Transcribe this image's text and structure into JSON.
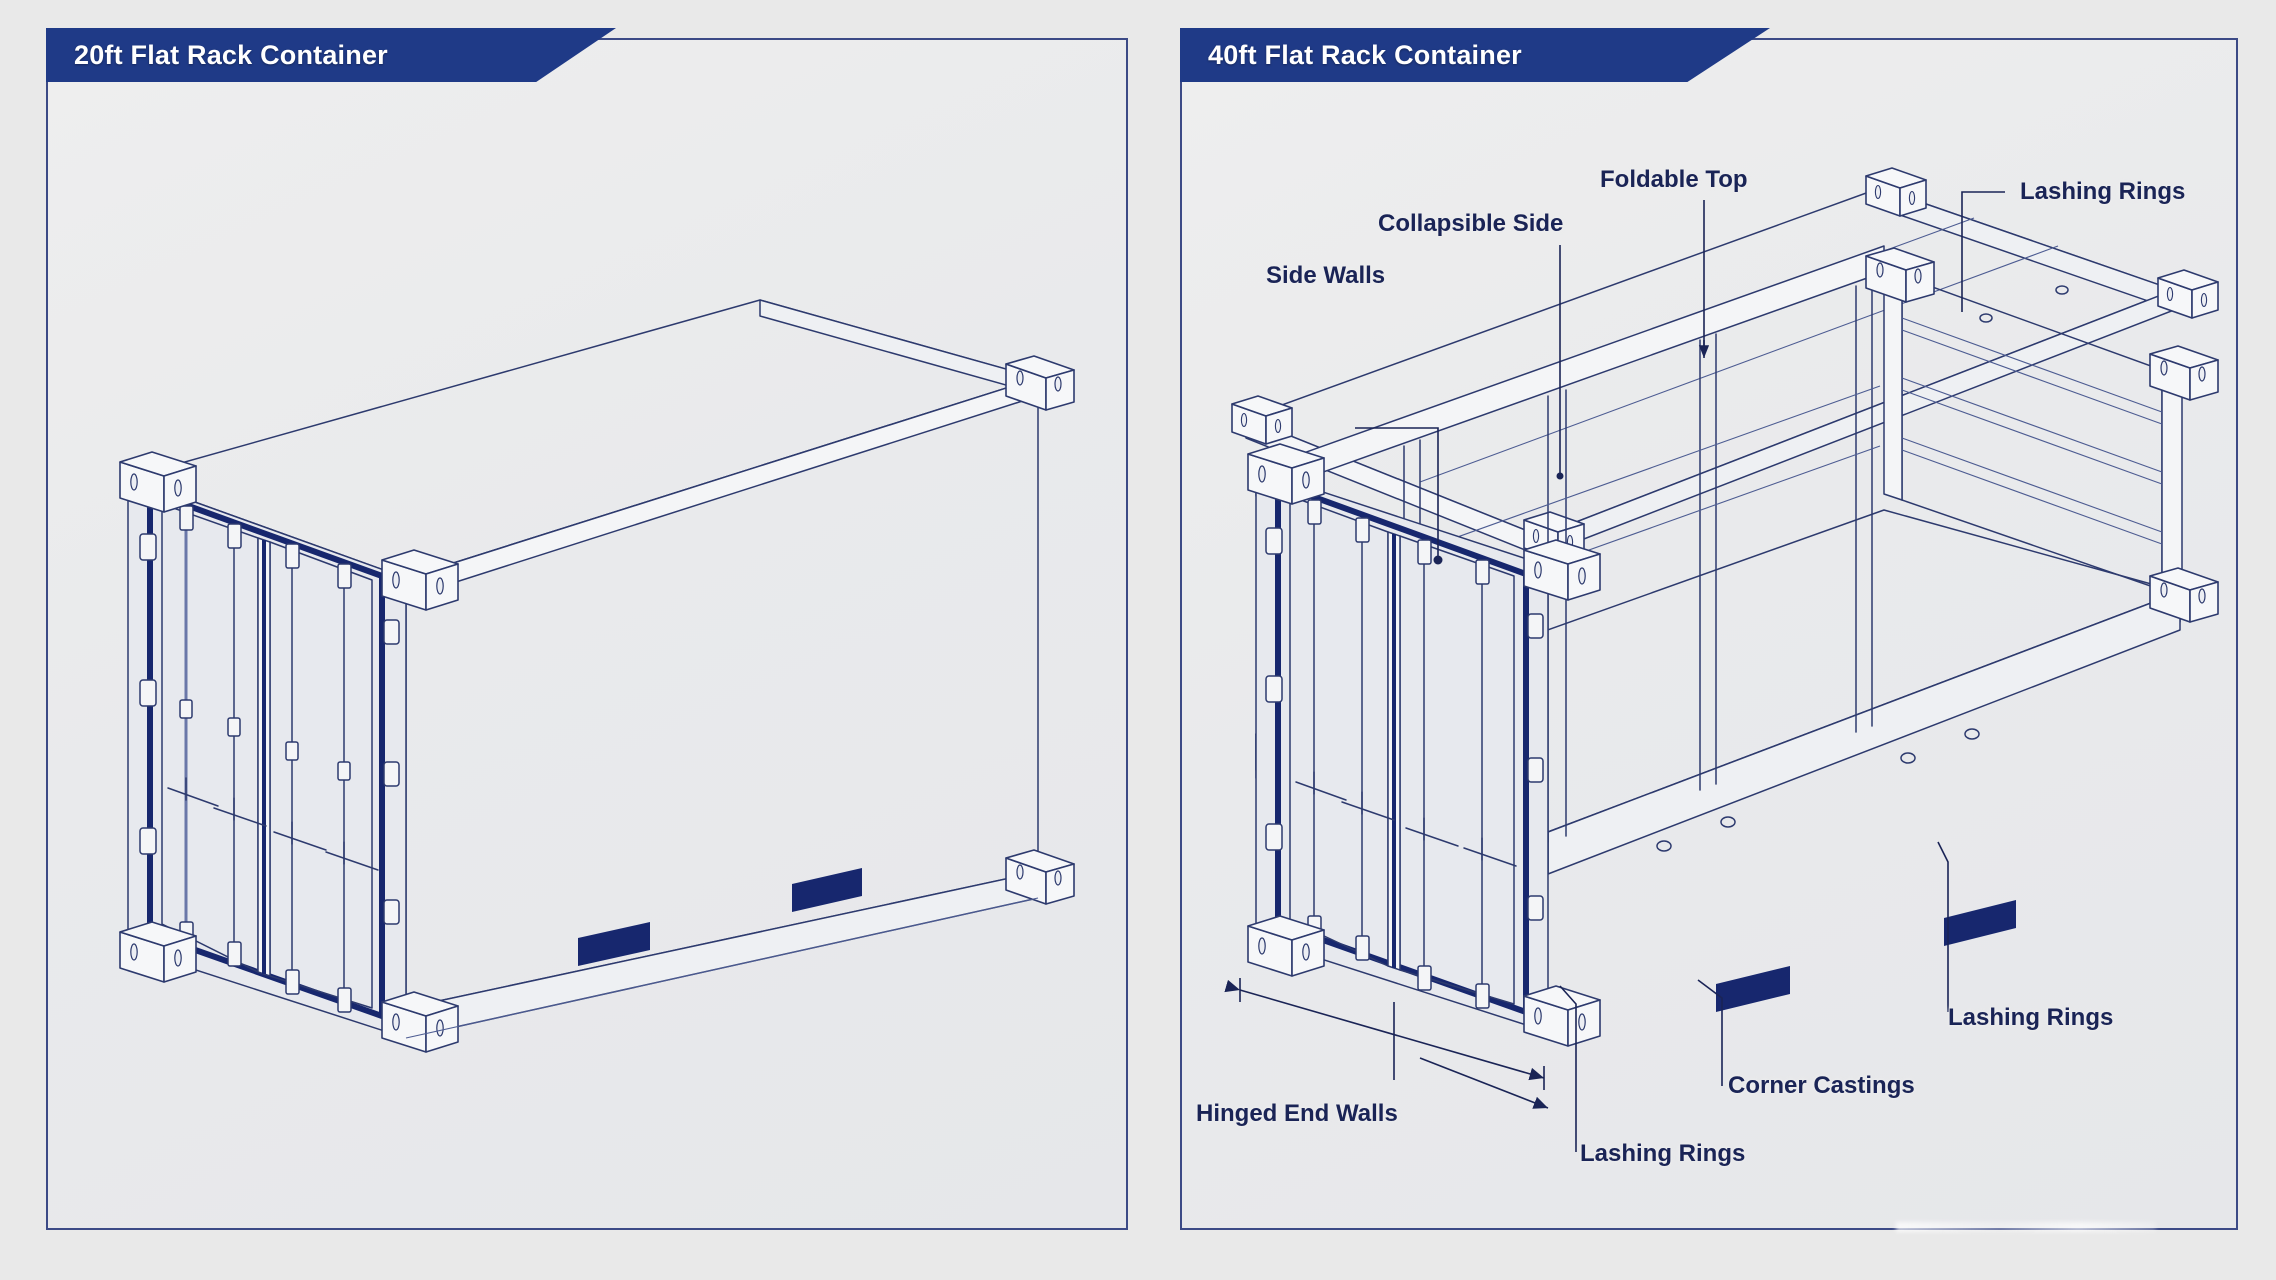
{
  "page": {
    "background_color": "#e9e9e9",
    "accent_color": "#1f3a87",
    "label_color": "#1a2456",
    "panel_border_color": "#3c4a86"
  },
  "panels": [
    {
      "id": "panel-20ft",
      "banner_label": "20ft Flat Rack Container",
      "callouts": []
    },
    {
      "id": "panel-40ft",
      "banner_label": "40ft Flat Rack Container",
      "callouts": [
        {
          "name": "side-walls",
          "label": "Side Walls"
        },
        {
          "name": "collapsible-side",
          "label": "Collapsible Side"
        },
        {
          "name": "foldable-top",
          "label": "Foldable Top"
        },
        {
          "name": "lashing-rings-top",
          "label": "Lashing Rings"
        },
        {
          "name": "lashing-rings-right",
          "label": "Lashing Rings"
        },
        {
          "name": "corner-castings",
          "label": "Corner Castings"
        },
        {
          "name": "lashing-rings-bottom",
          "label": "Lashing Rings"
        },
        {
          "name": "hinged-end-walls",
          "label": "Hinged End Walls"
        }
      ]
    }
  ]
}
